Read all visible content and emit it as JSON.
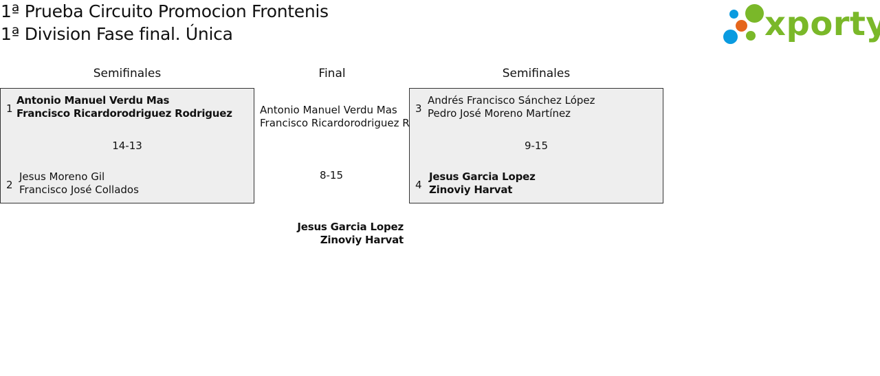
{
  "header": {
    "title_line1": "1ª Prueba Circuito Promocion Frontenis",
    "title_line2": "1ª Division Fase final. Única"
  },
  "logo": {
    "text": "xporty",
    "colors": {
      "green": "#7ab829",
      "blue": "#0a9be0",
      "orange": "#e5661c"
    }
  },
  "rounds": {
    "left_label": "Semifinales",
    "final_label": "Final",
    "right_label": "Semifinales"
  },
  "semifinal_left": {
    "score": "14-13",
    "team1": {
      "seed": "1",
      "player1": "Antonio Manuel Verdu Mas",
      "player2": "Francisco Ricardorodriguez Rodriguez"
    },
    "team2": {
      "seed": "2",
      "player1": "Jesus Moreno Gil",
      "player2": "Francisco José Collados"
    }
  },
  "semifinal_right": {
    "score": "9-15",
    "team1": {
      "seed": "3",
      "player1": "Andrés Francisco Sánchez López",
      "player2": "Pedro José Moreno Martínez"
    },
    "team2": {
      "seed": "4",
      "player1": "Jesus Garcia Lopez",
      "player2": "Zinoviy Harvat"
    }
  },
  "final": {
    "score": "8-15",
    "top": {
      "player1": "Antonio Manuel Verdu Mas",
      "player2": "Francisco Ricardorodriguez Rodriguez"
    },
    "bottom": {
      "player1": "Jesus Garcia Lopez",
      "player2": "Zinoviy Harvat"
    }
  }
}
